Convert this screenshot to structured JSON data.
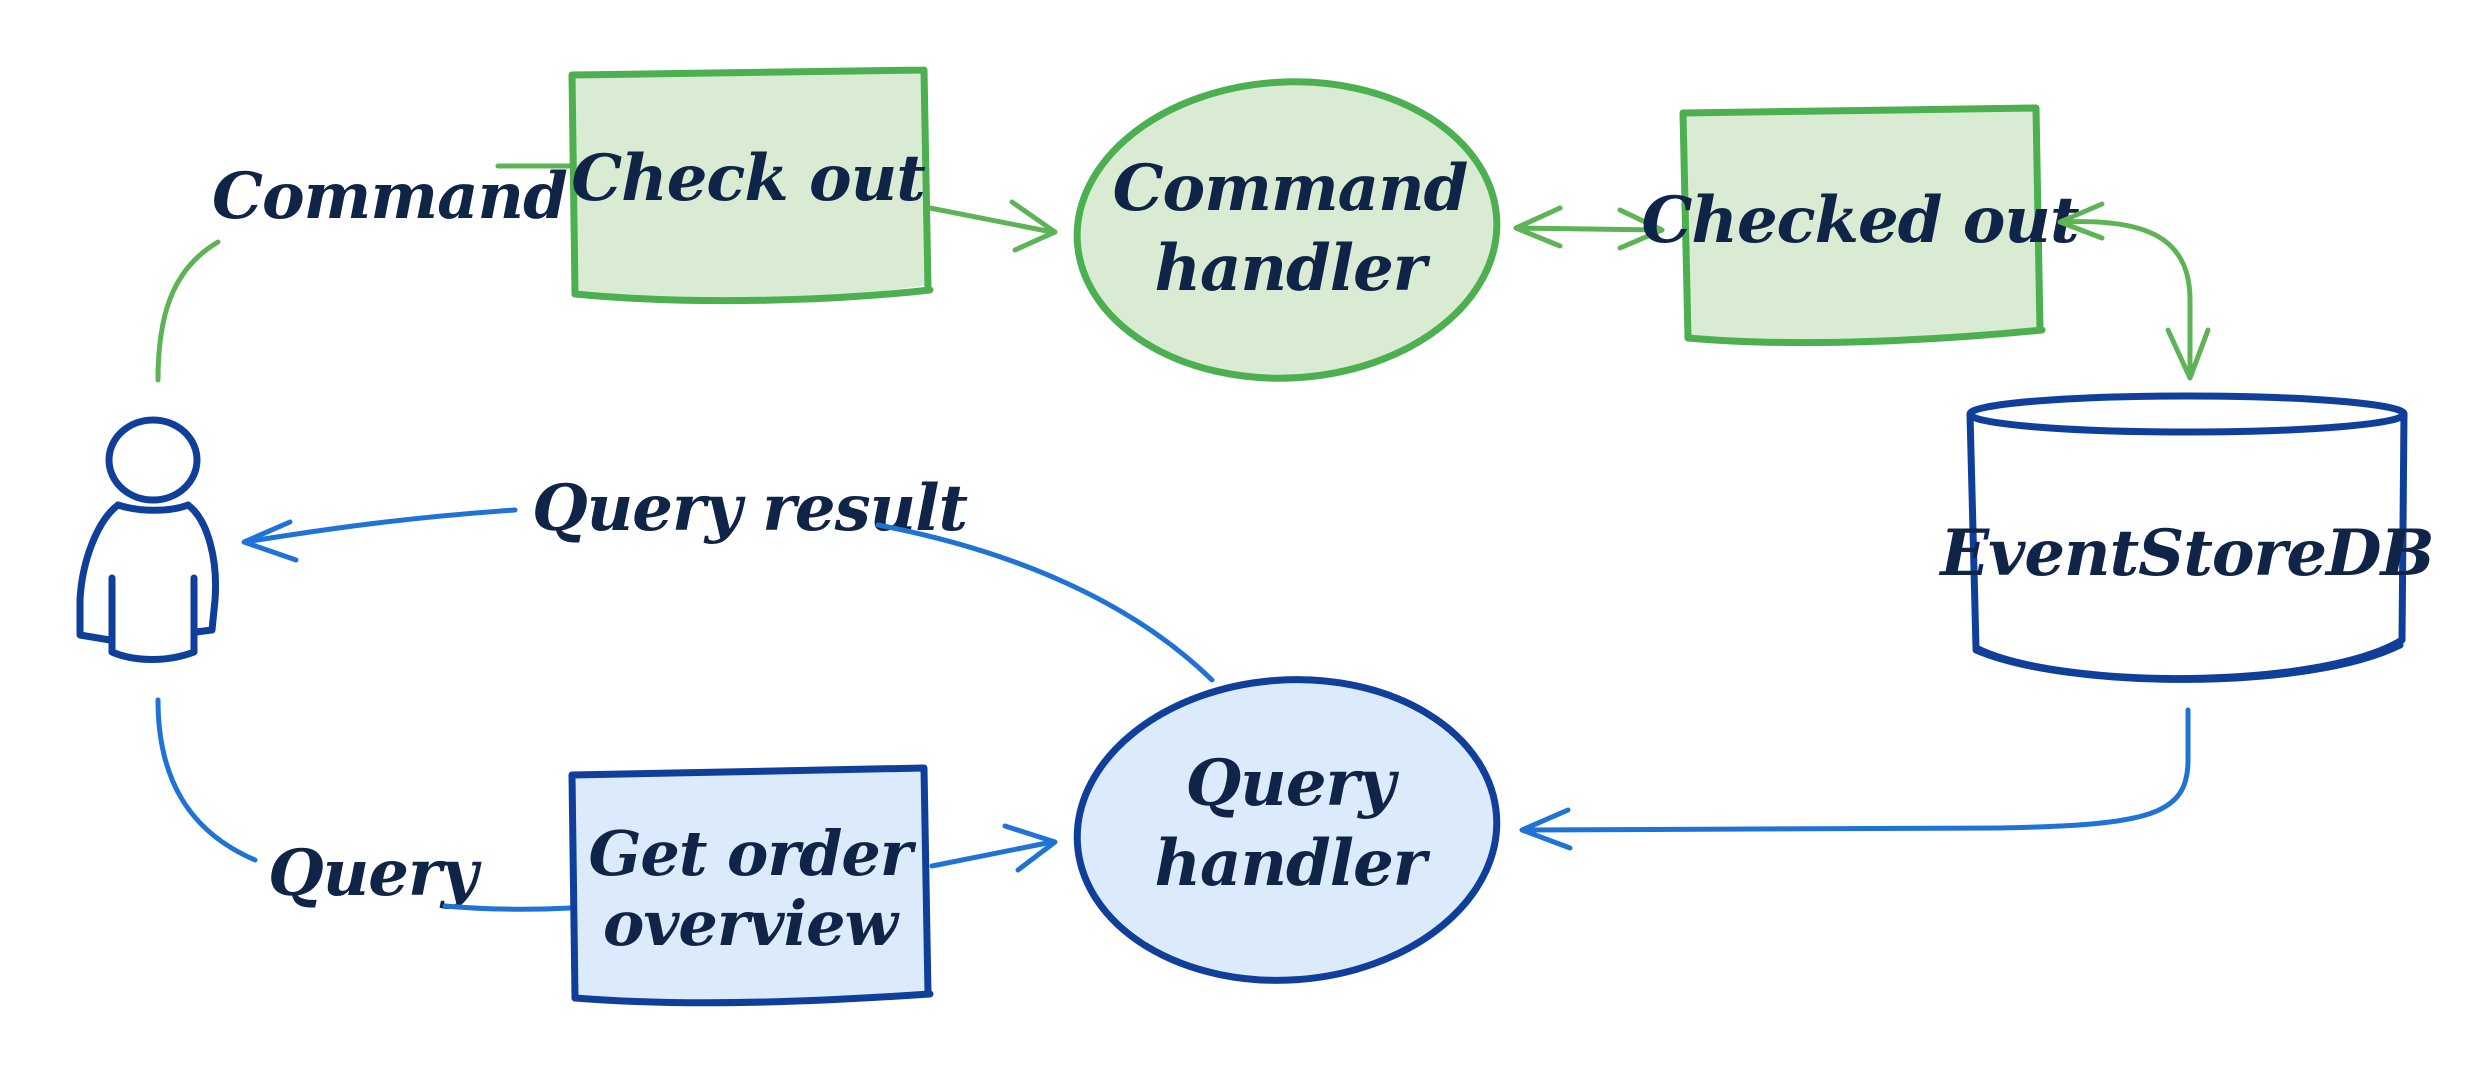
{
  "nodes": {
    "command_label": "Command",
    "check_out": "Check out",
    "command_handler_line1": "Command",
    "command_handler_line2": "handler",
    "checked_out": "Checked out",
    "eventstoredb": "EventStoreDB",
    "query_result_label": "Query result",
    "query_label": "Query",
    "get_order_line1": "Get order",
    "get_order_line2": "overview",
    "query_handler_line1": "Query",
    "query_handler_line2": "handler"
  },
  "colors": {
    "command_side": "#5db355",
    "query_side": "#1f73d6",
    "command_fill": "#d9ecd3",
    "query_fill": "#dcebfb",
    "ink": "#0f2447"
  },
  "icons": {
    "user": "person-icon",
    "database": "database-cylinder-icon"
  }
}
